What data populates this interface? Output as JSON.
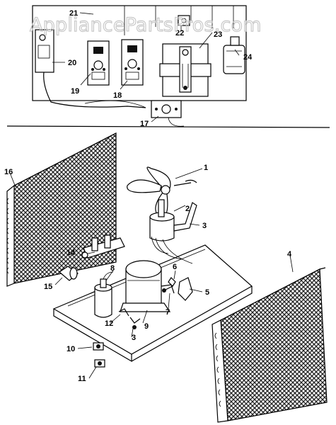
{
  "watermark": "AppliancePartsPros.com",
  "labels": {
    "p1": "1",
    "p2": "2",
    "p3": "3",
    "p3b": "3",
    "p4": "4",
    "p5": "5",
    "p6": "6",
    "p7": "7",
    "p8": "8",
    "p9": "9",
    "p10": "10",
    "p11": "11",
    "p12": "12",
    "p14": "14",
    "p15": "15",
    "p16": "16",
    "p17": "17",
    "p18": "18",
    "p19": "19",
    "p20": "20",
    "p21": "21",
    "p22": "22",
    "p23": "23",
    "p24": "24"
  }
}
